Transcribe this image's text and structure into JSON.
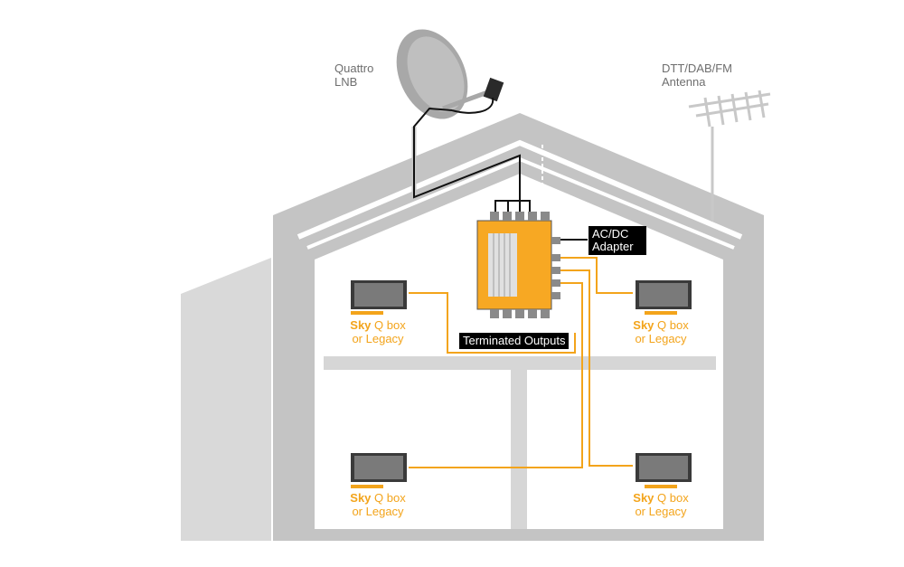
{
  "labels": {
    "lnb": [
      "Quattro",
      "LNB"
    ],
    "antenna": [
      "DTT/DAB/FM",
      "Antenna"
    ],
    "adapter": [
      "AC/DC",
      "Adapter"
    ],
    "outputs": "Terminated Outputs"
  },
  "rooms": [
    {
      "id": "upper-left",
      "brand": "Sky",
      "line1_rest": " Q box",
      "line2": "or Legacy"
    },
    {
      "id": "upper-right",
      "brand": "Sky",
      "line1_rest": " Q box",
      "line2": "or Legacy"
    },
    {
      "id": "lower-left",
      "brand": "Sky",
      "line1_rest": " Q box",
      "line2": "or Legacy"
    },
    {
      "id": "lower-right",
      "brand": "Sky",
      "line1_rest": " Q box",
      "line2": "or Legacy"
    }
  ],
  "colors": {
    "house": "#bdbdbd",
    "house_shade": "#d4d4d4",
    "interior": "#ffffff",
    "cable": "#f3a41b",
    "device": "#f7a823",
    "accent": "#f3a41b"
  }
}
